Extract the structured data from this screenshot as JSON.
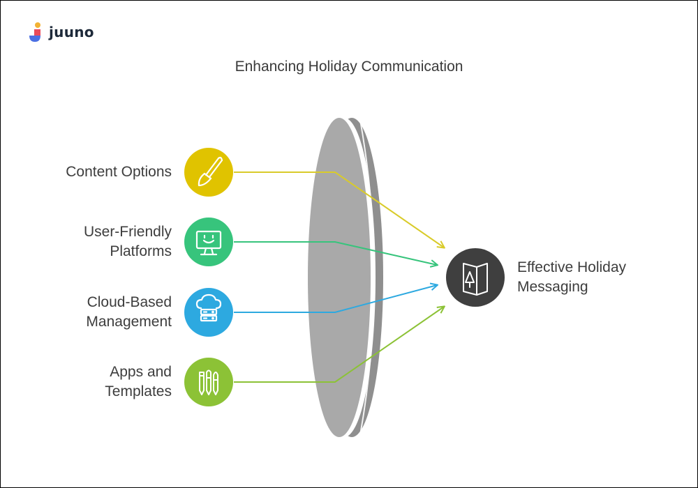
{
  "brand": {
    "name": "juuno"
  },
  "title": "Enhancing Holiday Communication",
  "inputs": [
    {
      "label": "Content Options",
      "icon": "paintbrush-icon",
      "color": "#E0C300"
    },
    {
      "label": "User-Friendly Platforms",
      "label_lines": [
        "User-Friendly",
        "Platforms"
      ],
      "icon": "monitor-smile-icon",
      "color": "#37C47C"
    },
    {
      "label": "Cloud-Based Management",
      "label_lines": [
        "Cloud-Based",
        "Management"
      ],
      "icon": "cloud-server-icon",
      "color": "#2DA9E0"
    },
    {
      "label": "Apps and Templates",
      "label_lines": [
        "Apps and",
        "Templates"
      ],
      "icon": "pens-icon",
      "color": "#8CC236"
    }
  ],
  "output": {
    "label_lines": [
      "Effective Holiday",
      "Messaging"
    ],
    "icon": "card-tree-icon",
    "color": "#3F3F3F"
  },
  "lens_color": "#A9A9A9"
}
